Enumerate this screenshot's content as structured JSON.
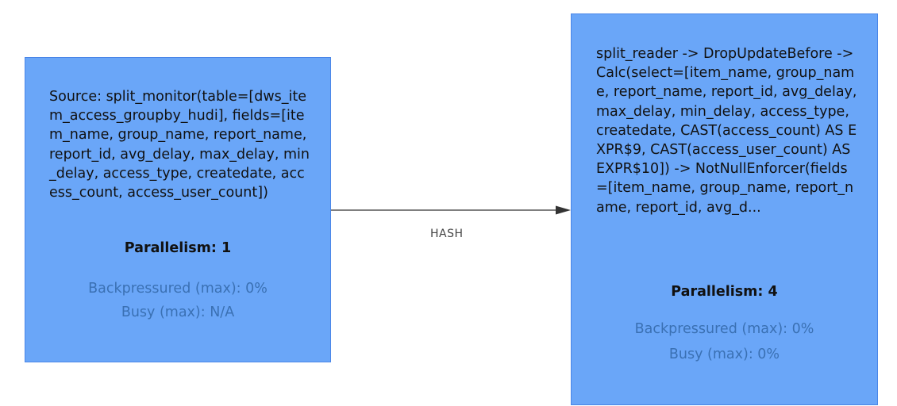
{
  "colors": {
    "node_fill": "#6aa6f8",
    "edge": "#333333",
    "metric_text": "#2a5f9c"
  },
  "nodes": [
    {
      "id": "source",
      "description": "Source: split_monitor(table=[dws_item_access_groupby_hudi], fields=[item_name, group_name, report_name, report_id, avg_delay, max_delay, min_delay, access_type, createdate, access_count, access_user_count])",
      "parallelism": "Parallelism: 1",
      "backpressured": "Backpressured (max): 0%",
      "busy": "Busy (max): N/A"
    },
    {
      "id": "sink",
      "description": "split_reader -> DropUpdateBefore -> Calc(select=[item_name, group_name, report_name, report_id, avg_delay, max_delay, min_delay, access_type, createdate, CAST(access_count) AS EXPR$9, CAST(access_user_count) AS EXPR$10]) -> NotNullEnforcer(fields=[item_name, group_name, report_name, report_id, avg_d...",
      "parallelism": "Parallelism: 4",
      "backpressured": "Backpressured (max): 0%",
      "busy": "Busy (max): 0%"
    }
  ],
  "edge": {
    "label": "HASH"
  }
}
